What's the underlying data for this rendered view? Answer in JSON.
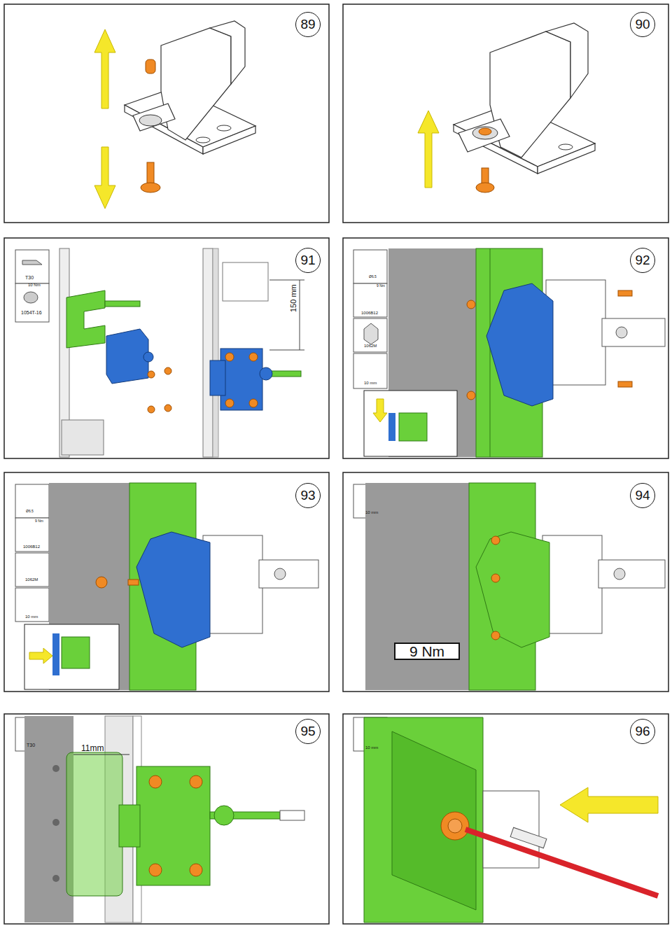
{
  "diagram": {
    "nodes": [
      {
        "text": [
          "89"
        ]
      },
      {
        "text": [
          "90"
        ]
      },
      {
        "text": [
          "91"
        ]
      },
      {
        "text": [
          "92"
        ]
      },
      {
        "text": [
          "93"
        ]
      },
      {
        "text": [
          "94"
        ]
      },
      {
        "text": [
          "95"
        ]
      },
      {
        "text": [
          "96"
        ]
      },
      {
        "text": [
          "9 Nm"
        ]
      }
    ],
    "labels": [
      "T30",
      "10 Nm",
      "1054T-16",
      "150 mm",
      "Ø6.5",
      "9 Nm",
      "1006B12",
      "1062M",
      "10 mm",
      "Ø6.5",
      "9 Nm",
      "1006B12",
      "1062M",
      "10 mm",
      "10 mm",
      "T30",
      "11mm",
      "10 mm"
    ]
  }
}
